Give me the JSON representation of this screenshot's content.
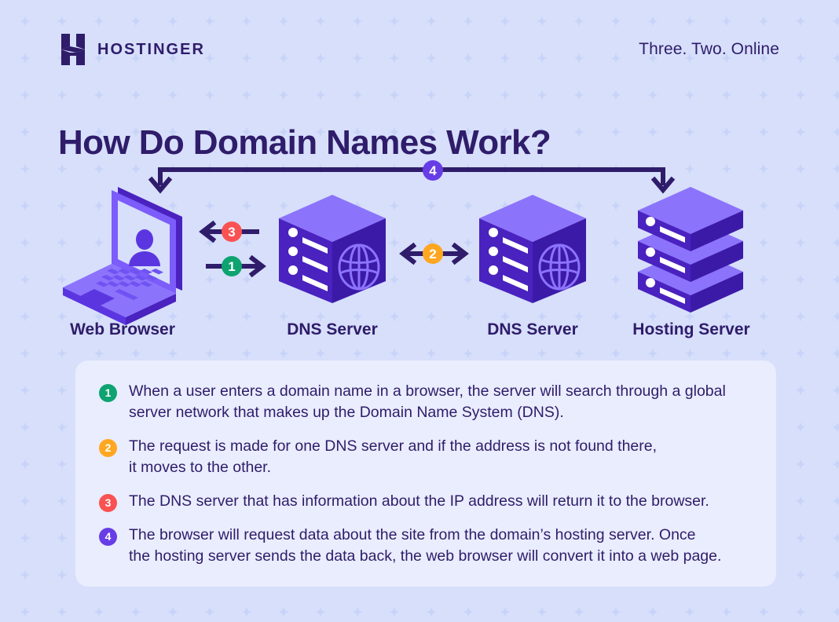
{
  "page": {
    "background_color": "#d7dffb",
    "card_color": "#e9edfd",
    "ink_color": "#2f1c6a",
    "title": "How Do Domain Names Work?",
    "tagline": "Three. Two. Online"
  },
  "brand": {
    "name": "HOSTINGER",
    "logo_icon": "hostinger-h-logo-icon",
    "logo_color": "#2f1c6a"
  },
  "diagram": {
    "nodes": [
      {
        "id": "web-browser",
        "label": "Web Browser",
        "icon": "laptop-user-icon"
      },
      {
        "id": "dns-server-1",
        "label": "DNS Server",
        "icon": "server-cube-globe-icon"
      },
      {
        "id": "dns-server-2",
        "label": "DNS Server",
        "icon": "server-cube-globe-icon"
      },
      {
        "id": "hosting-server",
        "label": "Hosting Server",
        "icon": "server-stack-icon"
      }
    ],
    "connections": [
      {
        "badge": "1",
        "color": "#0ea371",
        "direction": "right",
        "from": "web-browser",
        "to": "dns-server-1"
      },
      {
        "badge": "2",
        "color": "#ffa720",
        "direction": "both",
        "from": "dns-server-1",
        "to": "dns-server-2"
      },
      {
        "badge": "3",
        "color": "#fa5252",
        "direction": "left",
        "from": "dns-server-1",
        "to": "web-browser"
      },
      {
        "badge": "4",
        "color": "#673de6",
        "direction": "bracket",
        "from": "hosting-server",
        "to": "web-browser"
      }
    ]
  },
  "legend": {
    "items": [
      {
        "number": "1",
        "color": "#0ea371",
        "line1": "When a user enters a domain name in a browser, the server will search through a global",
        "line2": "server network that makes up the Domain Name System (DNS)."
      },
      {
        "number": "2",
        "color": "#ffa720",
        "line1": "The request is made for one DNS server and if the address is not found there,",
        "line2": "it moves to the other."
      },
      {
        "number": "3",
        "color": "#fa5252",
        "line1": "The DNS server that has information about the IP address will return it to the browser.",
        "line2": ""
      },
      {
        "number": "4",
        "color": "#673de6",
        "line1": "The browser will request data about the site from the domain’s hosting server. Once",
        "line2": "the hosting server sends the data back, the web browser will convert it into a web page."
      }
    ]
  }
}
